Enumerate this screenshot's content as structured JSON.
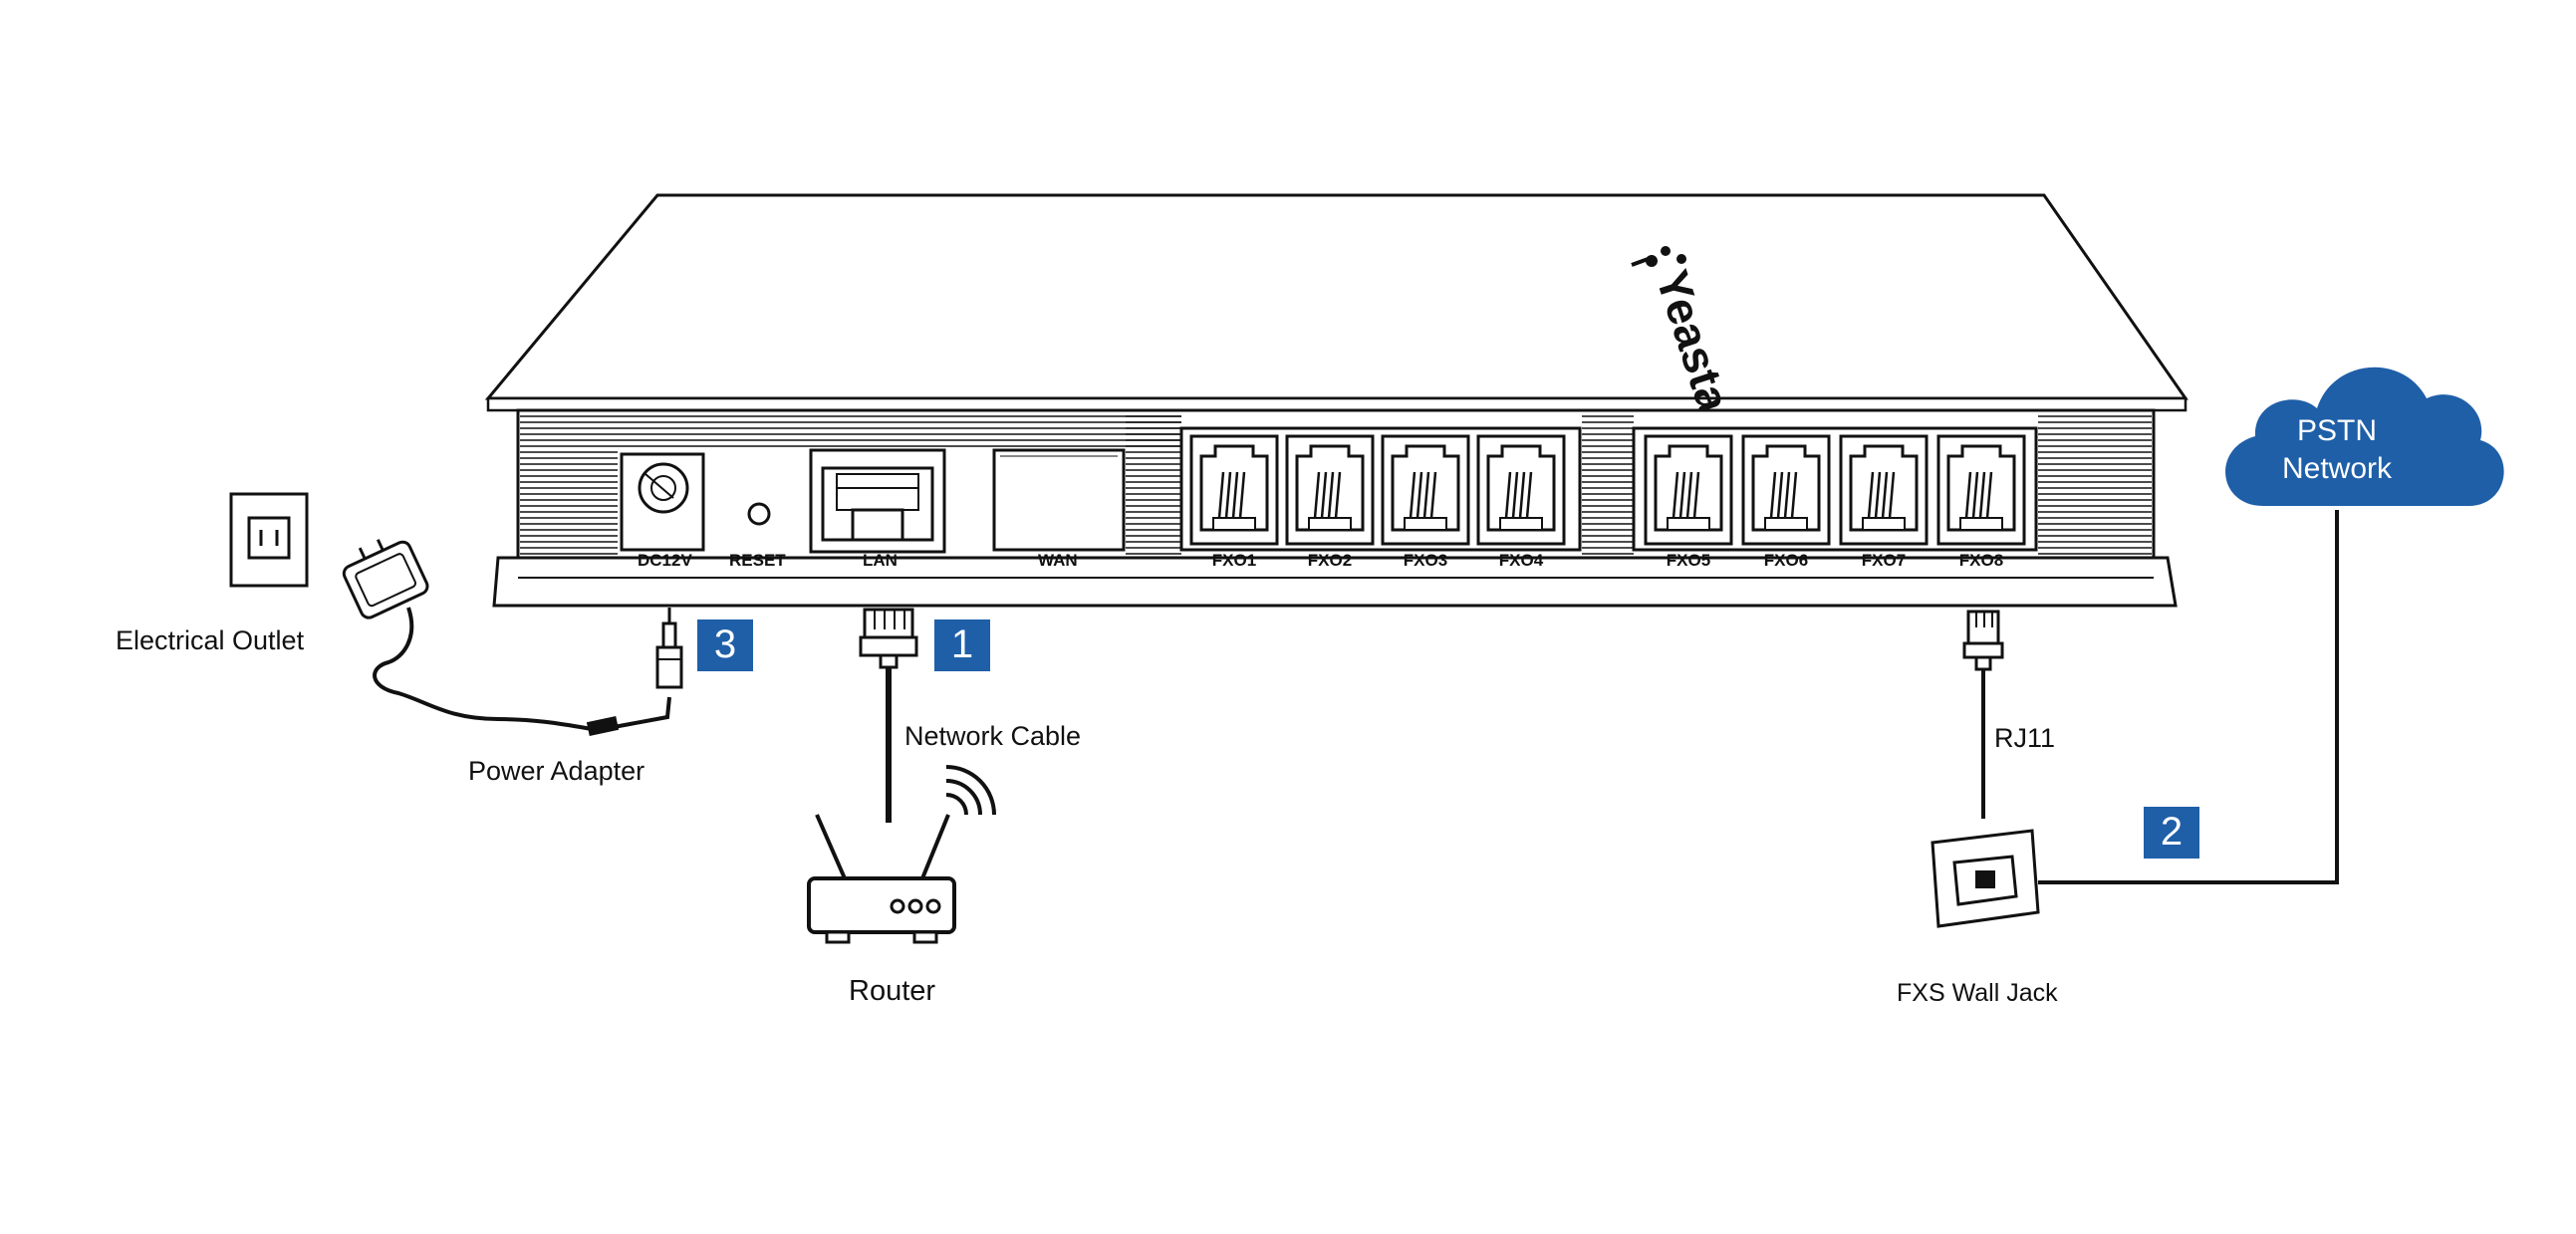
{
  "device": {
    "brand": "Yeastar",
    "ports": {
      "dc": "DC12V",
      "reset": "RESET",
      "lan": "LAN",
      "wan": "WAN",
      "fxo": [
        "FXO1",
        "FXO2",
        "FXO3",
        "FXO4",
        "FXO5",
        "FXO6",
        "FXO7",
        "FXO8"
      ]
    }
  },
  "labels": {
    "electrical_outlet": "Electrical Outlet",
    "power_adapter": "Power Adapter",
    "network_cable": "Network Cable",
    "router": "Router",
    "rj11": "RJ11",
    "fxs_wall_jack": "FXS Wall Jack"
  },
  "cloud": {
    "line1": "PSTN",
    "line2": "Network"
  },
  "badges": {
    "power": "3",
    "network": "1",
    "pstn": "2"
  },
  "colors": {
    "accent_blue": "#1f5fa8",
    "line": "#111111",
    "background": "#ffffff"
  }
}
